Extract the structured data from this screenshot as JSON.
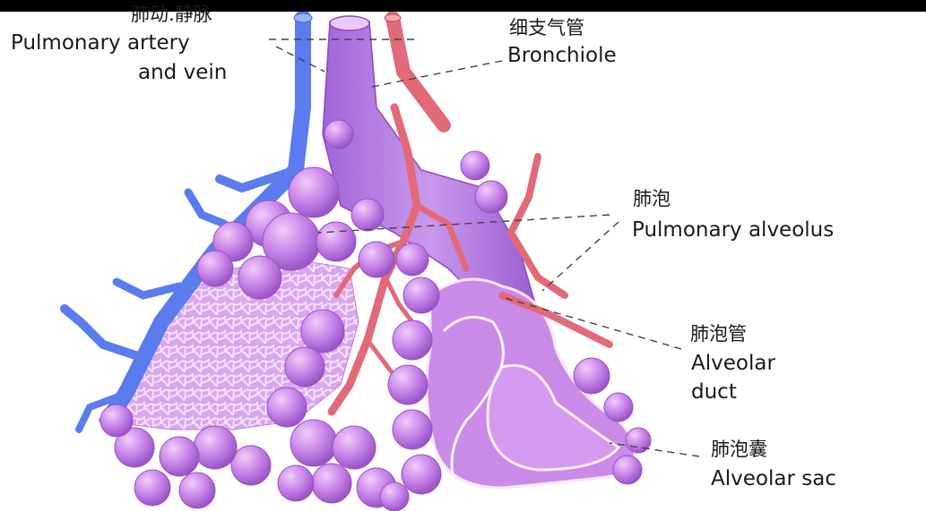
{
  "colors": {
    "vein": "#5b7cef",
    "artery": "#e26a78",
    "bronchiole": "#b67ce0",
    "alveolus": "#c985e8",
    "capillary_net": "#d59bee",
    "leader_line": "#444444"
  },
  "labels": {
    "vessels": {
      "zh": "肺动.静脉",
      "en_line1": "Pulmonary artery",
      "en_line2": "and vein"
    },
    "bronchiole": {
      "zh": "细支气管",
      "en": "Bronchiole"
    },
    "alveolus": {
      "zh": "肺泡",
      "en": "Pulmonary alveolus"
    },
    "duct": {
      "zh": "肺泡管",
      "en_line1": "Alveolar",
      "en_line2": "duct"
    },
    "sac": {
      "zh": "肺泡囊",
      "en": "Alveolar sac"
    }
  }
}
